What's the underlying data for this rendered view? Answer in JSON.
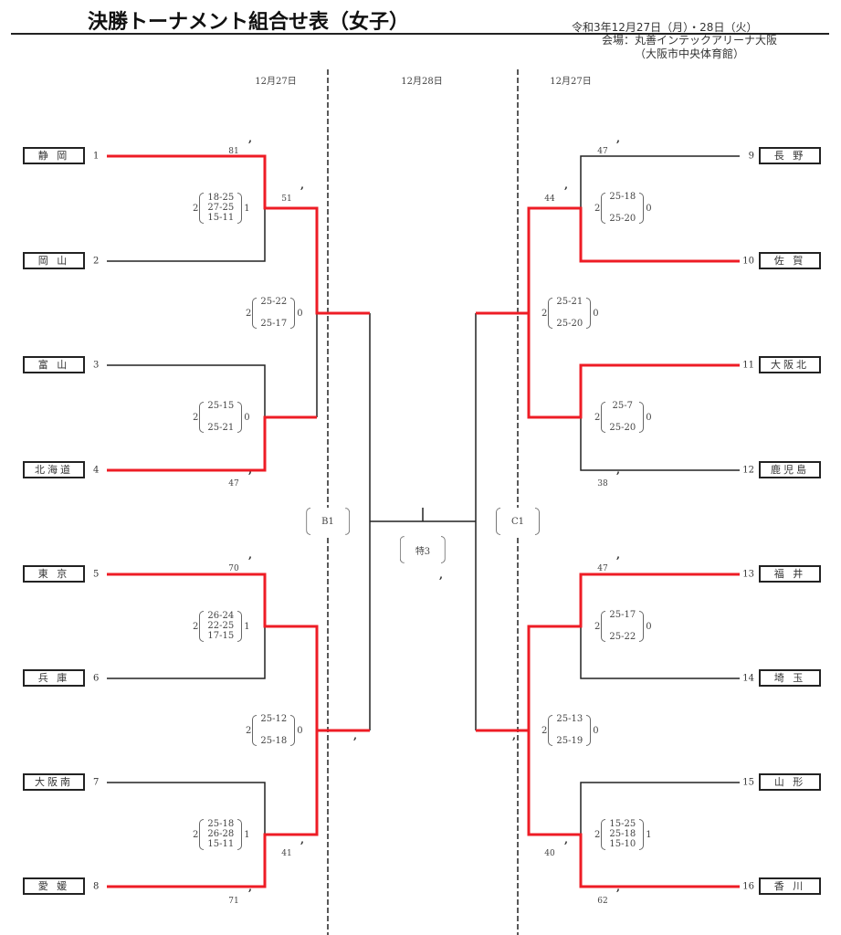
{
  "title": "決勝トーナメント組合せ表（女子）",
  "event_date": "令和3年12月27日（月）・28日（火）",
  "venue_line1": "会場：丸善インテックアリーナ大阪",
  "venue_line2": "（大阪市中央体育館）",
  "day_labels": {
    "left": "12月27日",
    "center": "12月28日",
    "right": "12月27日"
  },
  "colors": {
    "winner_path": "#ee1c25",
    "line": "#222222"
  },
  "teams": [
    {
      "seed": "1",
      "name": "静 岡",
      "side": "left"
    },
    {
      "seed": "2",
      "name": "岡 山",
      "side": "left"
    },
    {
      "seed": "3",
      "name": "富 山",
      "side": "left"
    },
    {
      "seed": "4",
      "name": "北海道",
      "side": "left"
    },
    {
      "seed": "5",
      "name": "東 京",
      "side": "left"
    },
    {
      "seed": "6",
      "name": "兵 庫",
      "side": "left"
    },
    {
      "seed": "7",
      "name": "大阪南",
      "side": "left"
    },
    {
      "seed": "8",
      "name": "愛 媛",
      "side": "left"
    },
    {
      "seed": "9",
      "name": "長 野",
      "side": "right"
    },
    {
      "seed": "10",
      "name": "佐 賀",
      "side": "right"
    },
    {
      "seed": "11",
      "name": "大阪北",
      "side": "right"
    },
    {
      "seed": "12",
      "name": "鹿児島",
      "side": "right"
    },
    {
      "seed": "13",
      "name": "福 井",
      "side": "right"
    },
    {
      "seed": "14",
      "name": "埼 玉",
      "side": "right"
    },
    {
      "seed": "15",
      "name": "山 形",
      "side": "right"
    },
    {
      "seed": "16",
      "name": "香 川",
      "side": "right"
    }
  ],
  "matches": [
    {
      "id": "L1",
      "winner_sets": "2",
      "loser_sets": "1",
      "sets": [
        "18-25",
        "27-25",
        "15-11"
      ]
    },
    {
      "id": "L2",
      "winner_sets": "2",
      "loser_sets": "0",
      "sets": [
        "25-15",
        "25-21"
      ]
    },
    {
      "id": "L3",
      "winner_sets": "2",
      "loser_sets": "1",
      "sets": [
        "26-24",
        "22-25",
        "17-15"
      ]
    },
    {
      "id": "L4",
      "winner_sets": "2",
      "loser_sets": "1",
      "sets": [
        "25-18",
        "26-28",
        "15-11"
      ]
    },
    {
      "id": "L5",
      "winner_sets": "2",
      "loser_sets": "0",
      "sets": [
        "25-22",
        "25-17"
      ]
    },
    {
      "id": "L6",
      "winner_sets": "2",
      "loser_sets": "0",
      "sets": [
        "25-12",
        "25-18"
      ]
    },
    {
      "id": "R1",
      "winner_sets": "2",
      "loser_sets": "0",
      "sets": [
        "25-18",
        "25-20"
      ]
    },
    {
      "id": "R2",
      "winner_sets": "2",
      "loser_sets": "0",
      "sets": [
        "25-7",
        "25-20"
      ]
    },
    {
      "id": "R3",
      "winner_sets": "2",
      "loser_sets": "0",
      "sets": [
        "25-17",
        "25-22"
      ]
    },
    {
      "id": "R4",
      "winner_sets": "2",
      "loser_sets": "1",
      "sets": [
        "15-25",
        "25-18",
        "15-10"
      ]
    },
    {
      "id": "R5",
      "winner_sets": "2",
      "loser_sets": "0",
      "sets": [
        "25-21",
        "25-20"
      ]
    },
    {
      "id": "R6",
      "winner_sets": "2",
      "loser_sets": "0",
      "sets": [
        "25-13",
        "25-19"
      ]
    }
  ],
  "score_values": [
    "81",
    "51",
    "47",
    "70",
    "41",
    "71",
    "47",
    "44",
    "38",
    "47",
    "40",
    "62"
  ],
  "court_labels": {
    "left": "B1",
    "center": "特3",
    "right": "C1"
  }
}
